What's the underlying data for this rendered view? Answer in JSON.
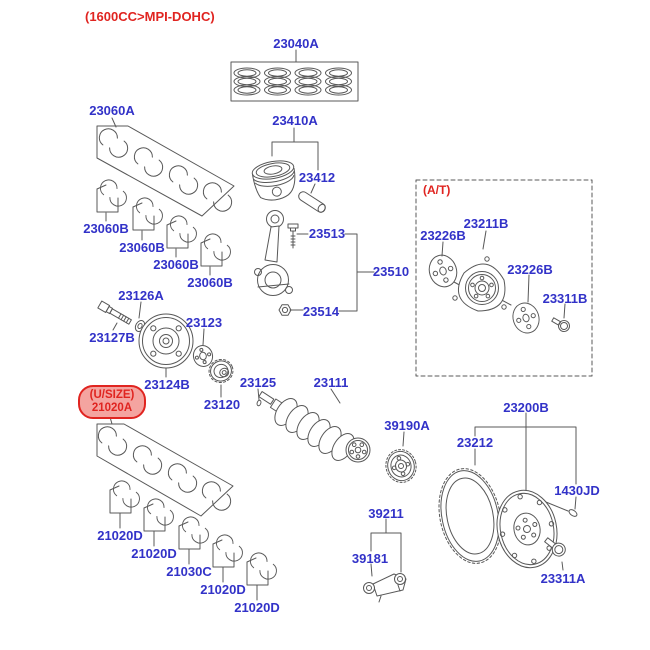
{
  "title": "(1600CC>MPI-DOHC)",
  "colors": {
    "label_blue": "#3232c8",
    "label_red": "#e02420",
    "usize_fill": "#f4a4a0",
    "line_gray": "#585858",
    "at_box_gray": "#909090"
  },
  "at_box": {
    "label": "(A/T)"
  },
  "usize_badge": {
    "line1": "(U/SIZE)",
    "line2": "21020A"
  },
  "parts": {
    "23040A": "23040A",
    "23060A": "23060A",
    "23410A": "23410A",
    "23412": "23412",
    "23060B": "23060B",
    "23513": "23513",
    "23510": "23510",
    "23514": "23514",
    "23126A": "23126A",
    "23127B": "23127B",
    "23123": "23123",
    "23124B": "23124B",
    "23120": "23120",
    "23125": "23125",
    "23111": "23111",
    "39190A": "39190A",
    "39211": "39211",
    "39181": "39181",
    "23226B": "23226B",
    "23211B": "23211B",
    "23311B": "23311B",
    "23200B": "23200B",
    "23212": "23212",
    "1430JD": "1430JD",
    "23311A": "23311A",
    "21020D": "21020D",
    "21030C": "21030C"
  }
}
